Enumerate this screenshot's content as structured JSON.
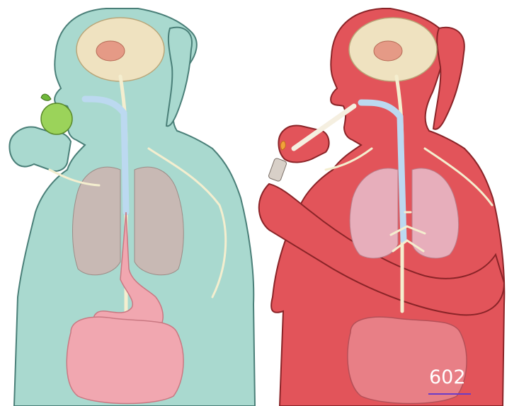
{
  "figure": {
    "page_number": "602"
  },
  "colors": {
    "left_body": "#a9d9cf",
    "left_outline": "#4a7f78",
    "right_body": "#e2545a",
    "right_outline": "#8a2428",
    "brain": "#efe2c0",
    "brain_center": "#e59a86",
    "lungs_left": "#c8b9b4",
    "lungs_right": "#e7aebb",
    "stomach_intestine": "#f1a7b0",
    "nerve": "#f4eecf",
    "airway": "#bcd9f0",
    "apple": "#9bd35a",
    "page_number_underline": "#6a3cc8"
  },
  "figures": [
    {
      "name": "person-eating-apple",
      "holds": "apple"
    },
    {
      "name": "person-smoking",
      "holds": "cigarette-and-lighter"
    }
  ]
}
